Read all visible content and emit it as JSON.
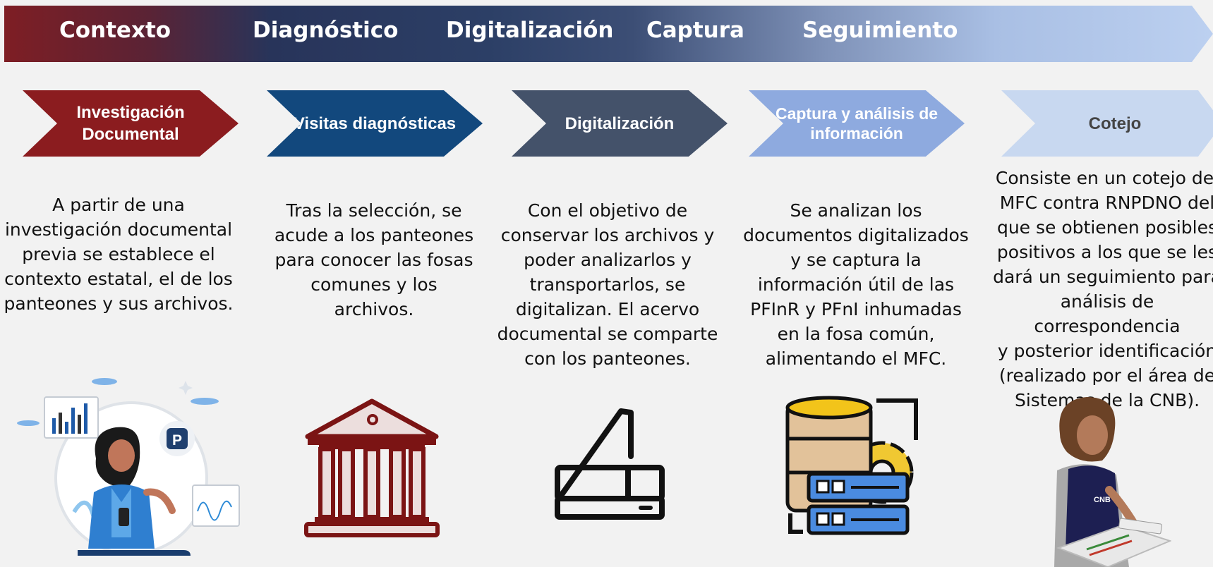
{
  "banner": {
    "stages": [
      "Contexto",
      "Diagnóstico",
      "Digitalización",
      "Captura",
      "Seguimiento"
    ]
  },
  "steps": [
    {
      "title": "Investigación Documental",
      "color": "#8b1c1f",
      "description": "A partir de una\ninvestigación documental\nprevia se establece el\ncontexto estatal, el de los\npanteones y sus archivos."
    },
    {
      "title": "Visitas diagnósticas",
      "color": "#12487d",
      "description": "Tras la selección, se\nacude a los panteones\npara conocer las fosas\ncomunes y los archivos."
    },
    {
      "title": "Digitalización",
      "color": "#44526a",
      "description": "Con el objetivo de\nconservar los archivos y\npoder analizarlos y\ntransportarlos, se\ndigitalizan. El acervo\ndocumental se comparte\ncon los panteones."
    },
    {
      "title": "Captura y análisis de información",
      "color": "#8eaadf",
      "description": "Se analizan los\ndocumentos digitalizados\ny se captura la\ninformación útil de las\nPFInR y PFnI inhumadas\nen la fosa común,\nalimentando el MFC."
    },
    {
      "title": "Cotejo",
      "color": "#c8d8f0",
      "text_color": "#444444",
      "description": "Consiste en un cotejo del\nMFC contra RNPDNO del\nque se obtienen posibles\npositivos a los que se les\ndará un seguimiento para\nanálisis de correspondencia\ny posterior identificación\n(realizado por el área de\nSistemas de la CNB)."
    }
  ],
  "illustration": {
    "badge_letter": "P",
    "shirt_logo": "CNB"
  },
  "icons": [
    "woman-research-illustration",
    "cemetery-building-icon",
    "scanner-icon",
    "database-gear-icon",
    "woman-documents-illustration"
  ]
}
